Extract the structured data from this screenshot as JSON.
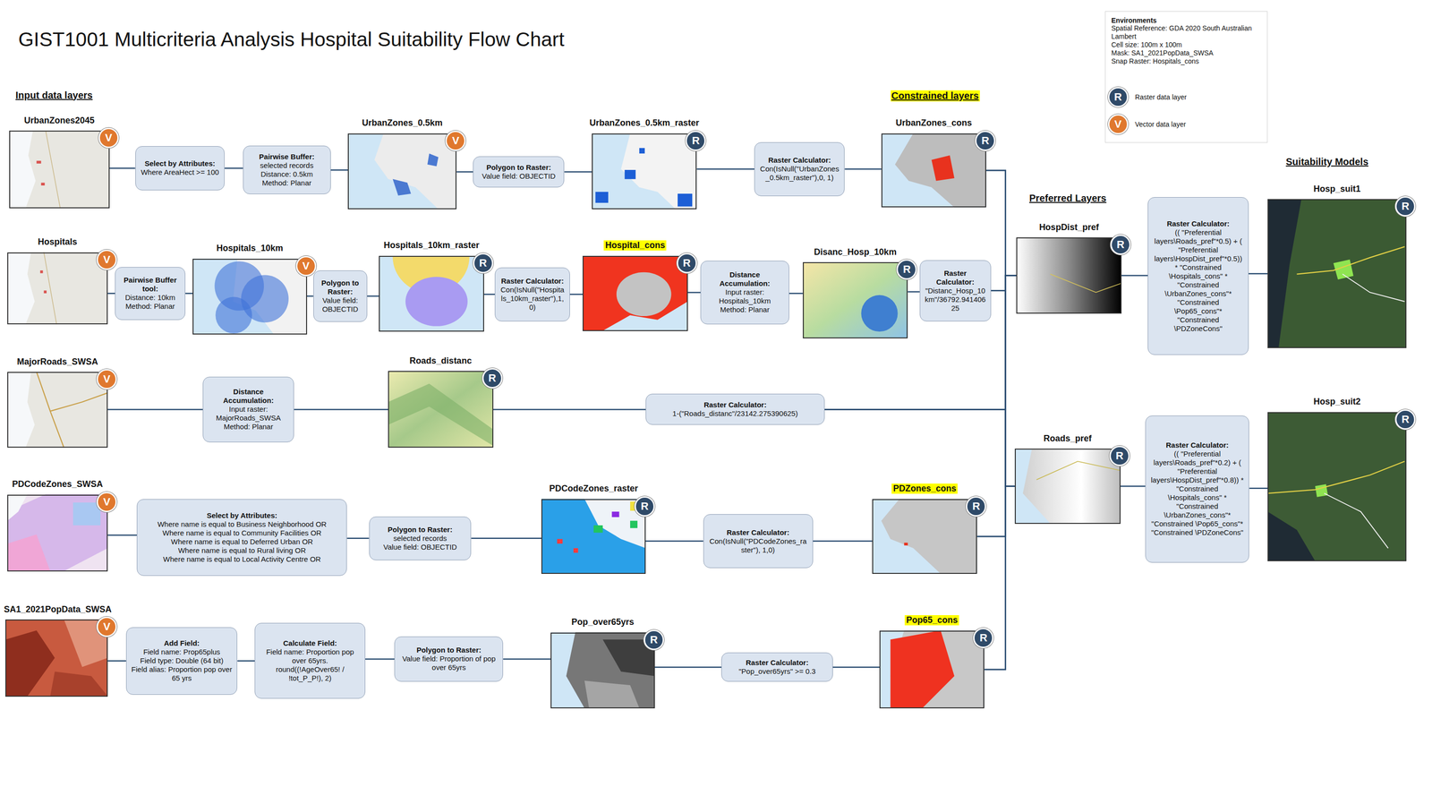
{
  "diagram": {
    "title": "GIST1001 Multicriteria Analysis Hospital Suitability Flow Chart",
    "nodes": [
      {
        "text": [
          "UrbanZones2045"
        ]
      },
      {
        "text": [
          "V"
        ],
        "in": 0
      },
      {
        "text": [
          "Select by Attributes:",
          "Where AreaHect >= 100"
        ]
      },
      {
        "text": [
          "Pairwise Buffer:",
          "selected records",
          "Distance: 0.5km",
          "Method: Planar"
        ]
      },
      {
        "text": [
          "UrbanZones_0.5km"
        ]
      },
      {
        "text": [
          "V"
        ],
        "in": 4
      },
      {
        "text": [
          "Polygon to Raster:",
          "Value field: OBJECTID"
        ]
      },
      {
        "text": [
          "UrbanZones_0.5km_raster"
        ]
      },
      {
        "text": [
          "R"
        ],
        "in": 7
      },
      {
        "text": [
          "Raster Calculator:",
          "Con(IsNull(\"UrbanZones_0.5km_raster\"),0, 1)"
        ]
      },
      {
        "text": [
          "UrbanZones_cons"
        ]
      },
      {
        "text": [
          "R"
        ],
        "in": 10
      },
      {
        "text": [
          "Hospitals"
        ]
      },
      {
        "text": [
          "V"
        ],
        "in": 12
      },
      {
        "text": [
          "Pairwise Buffer tool:",
          "Distance: 10km",
          "Method: Planar"
        ]
      },
      {
        "text": [
          "Hospitals_10km"
        ]
      },
      {
        "text": [
          "V"
        ],
        "in": 15
      },
      {
        "text": [
          "Polygon to Raster:",
          "Value field: OBJECTID"
        ]
      },
      {
        "text": [
          "Hospitals_10km_raster"
        ]
      },
      {
        "text": [
          "R"
        ],
        "in": 18
      },
      {
        "text": [
          "Raster Calculator:",
          "Con(IsNull(\"Hospitals_10km_raster\"),1,0)"
        ]
      },
      {
        "text": [
          "Hospital_cons"
        ]
      },
      {
        "text": [
          "R"
        ],
        "in": 21
      },
      {
        "text": [
          "Distance Accumulation:",
          "Input raster: Hospitals_10km",
          "Method: Planar"
        ]
      },
      {
        "text": [
          "Disanc_Hosp_10km"
        ]
      },
      {
        "text": [
          "R"
        ],
        "in": 24
      },
      {
        "text": [
          "Raster Calculator:",
          "\"Distanc_Hosp_10km\"/36792.94140625"
        ]
      },
      {
        "text": [
          "MajorRoads_SWSA"
        ]
      },
      {
        "text": [
          "V"
        ],
        "in": 27
      },
      {
        "text": [
          "Distance Accumulation:",
          "Input raster: MajorRoads_SWSA",
          "Method: Planar"
        ]
      },
      {
        "text": [
          "Roads_distanc"
        ]
      },
      {
        "text": [
          "R"
        ],
        "in": 30
      },
      {
        "text": [
          "Raster Calculator:",
          "1-(\"Roads_distanc\"/23142.275390625)"
        ]
      },
      {
        "text": [
          "PDCodeZones_SWSA"
        ]
      },
      {
        "text": [
          "V"
        ],
        "in": 33
      },
      {
        "text": [
          "Select by Attributes:",
          "Where name is equal to Business Neighborhood OR",
          "Where name is equal to Community Facilities OR",
          "Where name is equal to Deferred Urban OR",
          "Where name is equal to Rural living OR",
          "Where name is equal to Local Activity Centre OR"
        ]
      },
      {
        "text": [
          "Polygon to Raster:",
          "selected records",
          "Value field: OBJECTID"
        ]
      },
      {
        "text": [
          "PDCodeZones_raster"
        ]
      },
      {
        "text": [
          "R"
        ],
        "in": 37
      },
      {
        "text": [
          "Raster Calculator:",
          "Con(IsNull(\"PDCodeZones_raster\"), 1,0)"
        ]
      },
      {
        "text": [
          "PDZones_cons"
        ]
      },
      {
        "text": [
          "R"
        ],
        "in": 40
      },
      {
        "text": [
          "SA1_2021PopData_SWSA"
        ]
      },
      {
        "text": [
          "V"
        ],
        "in": 42
      },
      {
        "text": [
          "Add Field:",
          "Field name: Prop65plus",
          "Field type: Double (64 bit)",
          "Field alias: Proportion pop over 65 yrs"
        ]
      },
      {
        "text": [
          "Calculate Field:",
          "Field name: Proportion pop over 65yrs.",
          "round((!AgeOver65! / !tot_P_P!), 2)"
        ]
      },
      {
        "text": [
          "Polygon to Raster:",
          "Value field: Proportion of pop over 65yrs"
        ]
      },
      {
        "text": [
          "Pop_over65yrs"
        ]
      },
      {
        "text": [
          "R"
        ],
        "in": 47
      },
      {
        "text": [
          "Raster Calculator:",
          "\"Pop_over65yrs\" >= 0.3"
        ]
      },
      {
        "text": [
          "Pop65_cons"
        ]
      },
      {
        "text": [
          "R"
        ],
        "in": 50
      },
      {
        "text": [
          "Environments",
          "Spatial Reference: GDA 2020 South Australian Lambert",
          "Cell size: 100m x 100m",
          "Mask: SA1_2021PopData_SWSA",
          "Snap Raster: Hospitals_cons"
        ]
      },
      {
        "text": [
          "HospDist_pref"
        ]
      },
      {
        "text": [
          "R"
        ],
        "in": 53
      },
      {
        "text": [
          "Raster Calculator:",
          "(( \"Preferential layers\\Roads_pref\"*0.5) + ( \"Preferential layers\\HospDist_pref\"*0.5)) * \"Constrained \\Hospitals_cons\" * \"Constrained \\UrbanZones_cons\"* \"Constrained \\Pop65_cons\"* \"Constrained \\PDZoneCons\""
        ]
      },
      {
        "text": [
          "Hosp_suit1"
        ]
      },
      {
        "text": [
          "R"
        ],
        "in": 56
      },
      {
        "text": [
          "Roads_pref"
        ]
      },
      {
        "text": [
          "R"
        ],
        "in": 58
      },
      {
        "text": [
          "Raster Calculator:",
          "(( \"Preferential layers\\Roads_pref\"*0.2) + ( \"Preferential layers\\HospDist_pref\"*0.8)) * \"Constrained \\Hospitals_cons\" * \"Constrained \\UrbanZones_cons\"* \"Constrained \\Pop65_cons\"* \"Constrained \\PDZoneCons\""
        ]
      },
      {
        "text": [
          "Hosp_suit2"
        ]
      },
      {
        "text": [
          "R"
        ],
        "in": 61
      }
    ],
    "edges": [
      {
        "from": 0,
        "to": 2,
        "arrow": "none"
      },
      {
        "from": 2,
        "to": 3,
        "arrow": "none"
      },
      {
        "from": 3,
        "to": 4,
        "arrow": "none"
      },
      {
        "from": 4,
        "to": 6,
        "arrow": "none"
      },
      {
        "from": 6,
        "to": 7,
        "arrow": "none"
      },
      {
        "from": 7,
        "to": 9,
        "arrow": "none"
      },
      {
        "from": 9,
        "to": 10,
        "arrow": "none"
      },
      {
        "from": 12,
        "to": 14,
        "arrow": "none"
      },
      {
        "from": 14,
        "to": 15,
        "arrow": "none"
      },
      {
        "from": 15,
        "to": 17,
        "arrow": "none"
      },
      {
        "from": 17,
        "to": 18,
        "arrow": "none"
      },
      {
        "from": 18,
        "to": 20,
        "arrow": "none"
      },
      {
        "from": 20,
        "to": 21,
        "arrow": "none"
      },
      {
        "from": 21,
        "to": 23,
        "arrow": "none"
      },
      {
        "from": 23,
        "to": 24,
        "arrow": "none"
      },
      {
        "from": 24,
        "to": 26,
        "arrow": "none"
      },
      {
        "from": 27,
        "to": 29,
        "arrow": "none"
      },
      {
        "from": 29,
        "to": 30,
        "arrow": "none"
      },
      {
        "from": 30,
        "to": 32,
        "arrow": "none"
      },
      {
        "from": 33,
        "to": 35,
        "arrow": "none"
      },
      {
        "from": 35,
        "to": 36,
        "arrow": "none"
      },
      {
        "from": 36,
        "to": 37,
        "arrow": "none"
      },
      {
        "from": 37,
        "to": 39,
        "arrow": "none"
      },
      {
        "from": 39,
        "to": 40,
        "arrow": "none"
      },
      {
        "from": 42,
        "to": 44,
        "arrow": "none"
      },
      {
        "from": 44,
        "to": 45,
        "arrow": "none"
      },
      {
        "from": 45,
        "to": 46,
        "arrow": "none"
      },
      {
        "from": 46,
        "to": 47,
        "arrow": "none"
      },
      {
        "from": 47,
        "to": 49,
        "arrow": "none"
      },
      {
        "from": 49,
        "to": 50,
        "arrow": "none"
      },
      {
        "from": 10,
        "to": 53,
        "arrow": "none"
      },
      {
        "from": 10,
        "to": 58,
        "arrow": "none"
      },
      {
        "from": 26,
        "to": 53,
        "arrow": "none"
      },
      {
        "from": 26,
        "to": 58,
        "arrow": "none"
      },
      {
        "from": 32,
        "to": 53,
        "arrow": "none"
      },
      {
        "from": 32,
        "to": 58,
        "arrow": "none"
      },
      {
        "from": 40,
        "to": 53,
        "arrow": "none"
      },
      {
        "from": 40,
        "to": 58,
        "arrow": "none"
      },
      {
        "from": 50,
        "to": 53,
        "arrow": "none"
      },
      {
        "from": 50,
        "to": 58,
        "arrow": "none"
      },
      {
        "from": 53,
        "to": 55,
        "arrow": "none"
      },
      {
        "from": 55,
        "to": 56,
        "arrow": "none"
      },
      {
        "from": 58,
        "to": 60,
        "arrow": "none"
      },
      {
        "from": 60,
        "to": 61,
        "arrow": "none"
      }
    ],
    "labels": [
      "Input data layers",
      "Constrained layers",
      "Preferred Layers",
      "Suitability Models",
      "R",
      "V"
    ],
    "legend": [
      {
        "text": "Raster data layer",
        "color": "#2f4a68"
      },
      {
        "text": "Vector data layer",
        "color": "#e0782e"
      }
    ]
  }
}
